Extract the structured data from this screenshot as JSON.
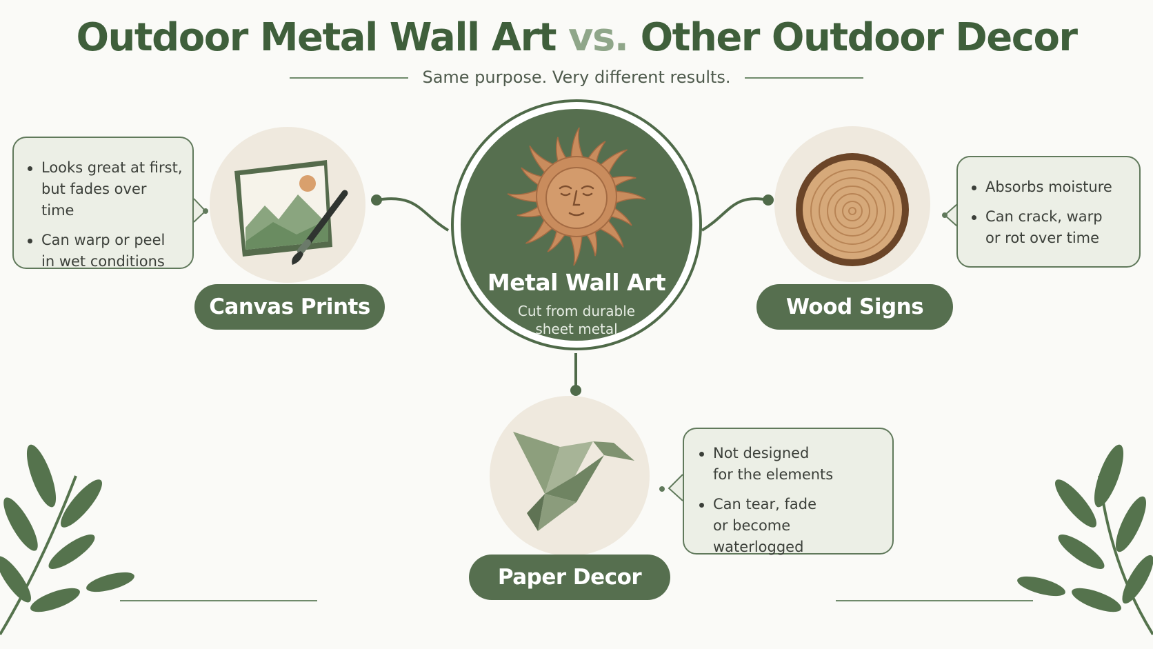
{
  "header": {
    "title_part1": "Outdoor Metal Wall Art",
    "title_vs": "vs.",
    "title_part2": "Other Outdoor Decor",
    "subtitle": "Same purpose. Very different results."
  },
  "center": {
    "title": "Metal Wall Art",
    "subtitle_line1": "Cut from durable",
    "subtitle_line2": "sheet metal",
    "icon": "sun-face-icon"
  },
  "items": [
    {
      "label": "Canvas Prints",
      "icon": "canvas-painting-icon",
      "points": [
        [
          "Looks great at first,",
          "but fades over time"
        ],
        [
          "Can warp or peel",
          "in wet conditions"
        ]
      ]
    },
    {
      "label": "Wood Signs",
      "icon": "wood-slice-icon",
      "points": [
        [
          "Absorbs moisture"
        ],
        [
          "Can crack, warp",
          "or rot over time"
        ]
      ]
    },
    {
      "label": "Paper Decor",
      "icon": "origami-bird-icon",
      "points": [
        [
          "Not designed",
          "for the elements"
        ],
        [
          "Can tear, fade",
          "or become waterlogged"
        ]
      ]
    }
  ],
  "colors": {
    "primary_green": "#566f4f",
    "dark_green": "#3f5f3b",
    "copper": "#c98c5d",
    "cream": "#efe9de",
    "callout_bg": "#ecefe6"
  }
}
